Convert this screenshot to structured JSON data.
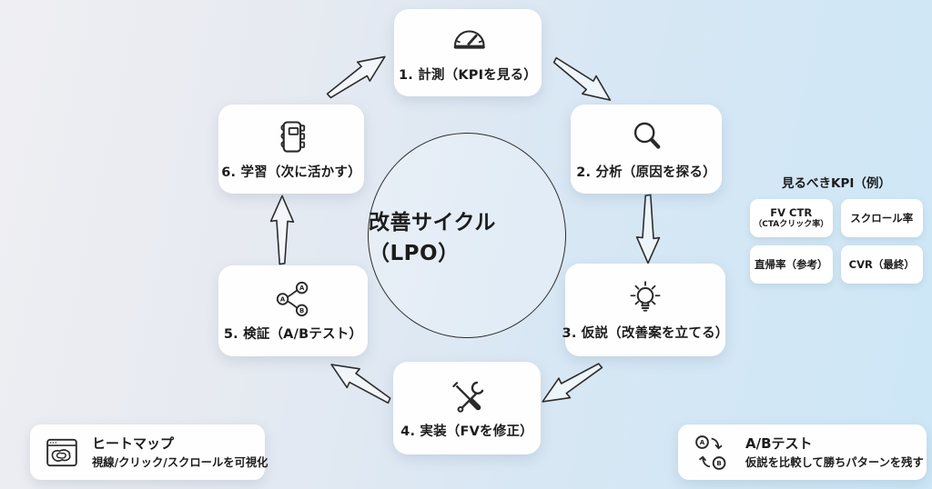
{
  "title": "改善サイクル（LPO）",
  "steps": [
    {
      "label": "1. 計測（KPIを見る）",
      "icon": "gauge-icon"
    },
    {
      "label": "2. 分析（原因を探る）",
      "icon": "magnifier-icon"
    },
    {
      "label": "3. 仮説（改善案を立てる）",
      "icon": "lightbulb-icon"
    },
    {
      "label": "4. 実装（FVを修正）",
      "icon": "tools-icon"
    },
    {
      "label": "5. 検証（A/Bテスト）",
      "icon": "ab-split-icon"
    },
    {
      "label": "6. 学習（次に活かす）",
      "icon": "notebook-icon"
    }
  ],
  "kpi_panel": {
    "title": "見るべきKPI（例）",
    "items": [
      {
        "label": "FV CTR",
        "sublabel": "（CTAクリック率）"
      },
      {
        "label": "スクロール率"
      },
      {
        "label": "直帰率（参考）"
      },
      {
        "label": "CVR（最終）"
      }
    ]
  },
  "legends": {
    "heatmap": {
      "title": "ヒートマップ",
      "subtitle": "視線/クリック/スクロールを可視化"
    },
    "abtest": {
      "title": "A/Bテスト",
      "subtitle": "仮説を比較して勝ちパターンを残す"
    }
  },
  "icon_letters": {
    "a": "A",
    "b": "B"
  },
  "colors": {
    "background_start": "#efeff3",
    "background_end": "#cde7f7",
    "card": "#fefefe",
    "ink": "#1c1c1c",
    "icon_stroke": "#2a2a2a"
  }
}
